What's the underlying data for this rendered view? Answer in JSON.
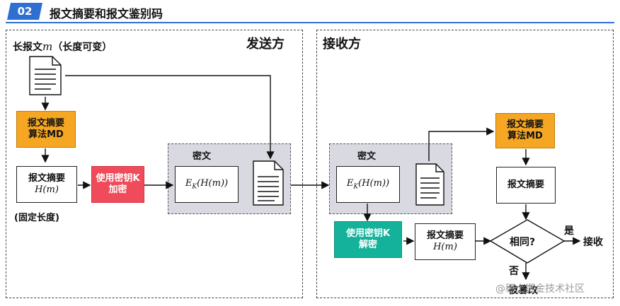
{
  "header": {
    "badge": "02",
    "title": "报文摘要和报文鉴别码"
  },
  "sender": {
    "label": "发送方",
    "long_message_label": "长报文",
    "long_message_var": "m",
    "long_message_suffix": "（长度可变）",
    "digest_algo": [
      "报文摘要",
      "算法MD"
    ],
    "digest_box": [
      "报文摘要",
      "H(m)"
    ],
    "fixed_length": "(固定长度)",
    "encrypt_box": [
      "使用密钥K",
      "加密"
    ],
    "cipher_label": "密文",
    "cipher_expr": "E_K(H(m))"
  },
  "receiver": {
    "label": "接收方",
    "cipher_label": "密文",
    "cipher_expr": "E_K(H(m))",
    "digest_algo": [
      "报文摘要",
      "算法MD"
    ],
    "digest_box": "报文摘要",
    "decrypt_box": [
      "使用密钥K",
      "解密"
    ],
    "decrypted_digest": [
      "报文摘要",
      "H(m)"
    ],
    "compare": "相同?",
    "yes": "是",
    "no": "否",
    "accept": "接收",
    "tampered": "被篡改"
  },
  "watermark": "@稀土掘金技术社区",
  "colors": {
    "accent": "#2f6fd1",
    "orange": "#f5a623",
    "red": "#ef4b5a",
    "teal": "#14b29a",
    "grey": "#d9d9e2"
  }
}
